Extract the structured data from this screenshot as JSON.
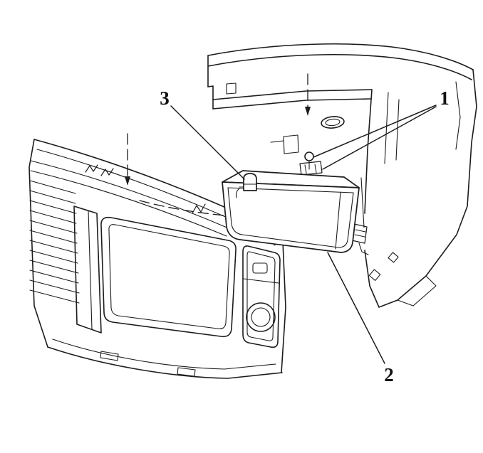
{
  "figure": {
    "background_color": "#ffffff",
    "line_color": "#1c1c1c"
  },
  "callouts": [
    {
      "label": "1"
    },
    {
      "label": "2"
    },
    {
      "label": "3"
    }
  ]
}
